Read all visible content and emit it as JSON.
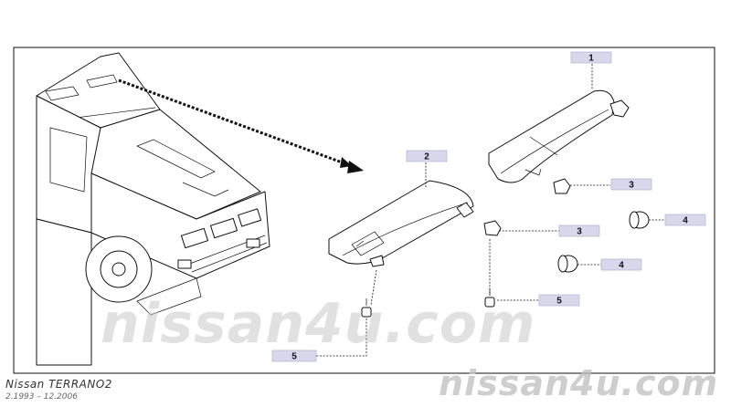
{
  "watermark": {
    "center_text": "nissan4u.com",
    "corner_text": "nissan4u.com"
  },
  "footer": {
    "model": "Nissan  TERRANO2",
    "dates": "2.1993  –  12.2006"
  },
  "callouts": [
    {
      "id": "c1",
      "label": "1"
    },
    {
      "id": "c2",
      "label": "2"
    },
    {
      "id": "c3a",
      "label": "3"
    },
    {
      "id": "c3b",
      "label": "3"
    },
    {
      "id": "c4a",
      "label": "4"
    },
    {
      "id": "c4b",
      "label": "4"
    },
    {
      "id": "c5a",
      "label": "5"
    },
    {
      "id": "c5b",
      "label": "5"
    }
  ]
}
